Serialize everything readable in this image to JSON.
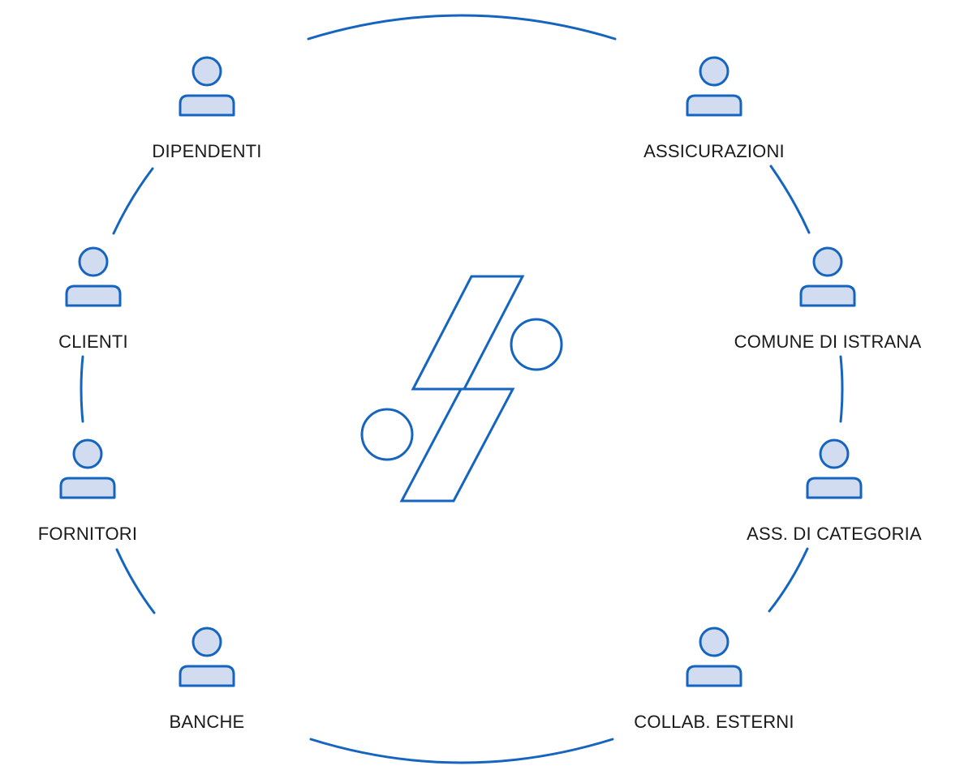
{
  "colors": {
    "stroke": "#1565c0",
    "fill": "#d2dcf0",
    "text": "#1a1a1a"
  },
  "center_logo": {
    "icon": "stylized-lightning-logo-icon"
  },
  "stakeholders": [
    {
      "id": "dipendenti",
      "label": "DIPENDENTI",
      "icon": "person-icon"
    },
    {
      "id": "clienti",
      "label": "CLIENTI",
      "icon": "person-icon"
    },
    {
      "id": "fornitori",
      "label": "FORNITORI",
      "icon": "person-icon"
    },
    {
      "id": "banche",
      "label": "BANCHE",
      "icon": "person-icon"
    },
    {
      "id": "assicurazioni",
      "label": "ASSICURAZIONI",
      "icon": "person-icon"
    },
    {
      "id": "comune-di-istrana",
      "label": "COMUNE DI ISTRANA",
      "icon": "person-icon"
    },
    {
      "id": "ass-di-categoria",
      "label": "ASS. DI CATEGORIA",
      "icon": "person-icon"
    },
    {
      "id": "collab-esterni",
      "label": "COLLAB. ESTERNI",
      "icon": "person-icon"
    }
  ]
}
